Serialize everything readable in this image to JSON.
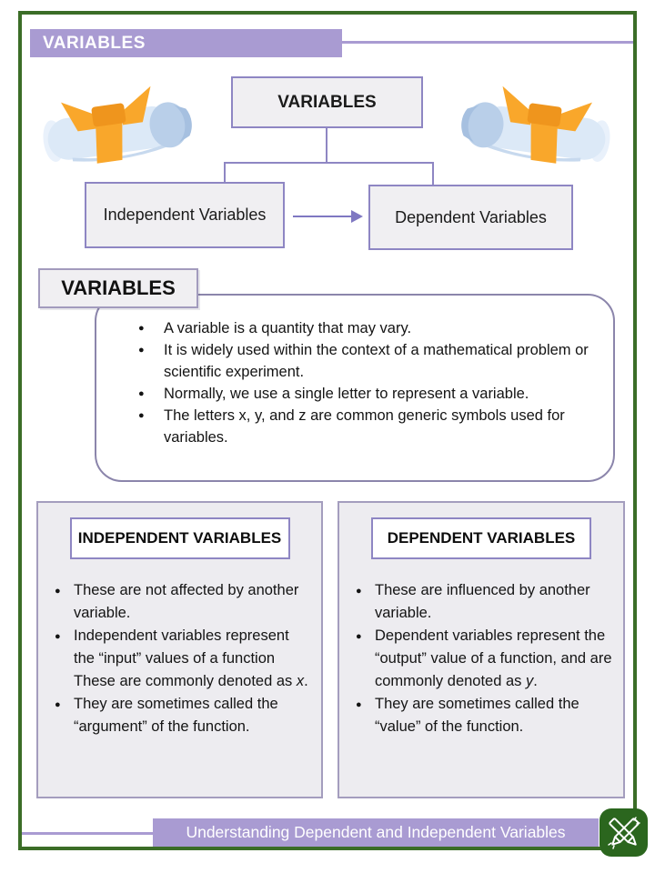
{
  "header": {
    "title": "VARIABLES"
  },
  "flowchart": {
    "root": "VARIABLES",
    "left": "Independent Variables",
    "right": "Dependent Variables"
  },
  "section": {
    "title": "VARIABLES",
    "bullets": [
      [
        {
          "t": "A variable is a quantity that may vary."
        }
      ],
      [
        {
          "t": "It is widely used within the context of a mathematical problem or scientific experiment."
        }
      ],
      [
        {
          "t": "Normally, we use a single letter to represent a variable."
        }
      ],
      [
        {
          "t": "The letters x, y, and z are common generic symbols used for variables."
        }
      ]
    ]
  },
  "columns": [
    {
      "title": "INDEPENDENT VARIABLES",
      "bullets": [
        [
          {
            "t": "These are not affected by another variable."
          }
        ],
        [
          {
            "t": "Independent variables represent the “input” values of a function These are commonly denoted as "
          },
          {
            "t": "x",
            "i": true
          },
          {
            "t": "."
          }
        ],
        [
          {
            "t": "They are sometimes called the “argument” of the function."
          }
        ]
      ]
    },
    {
      "title": "DEPENDENT VARIABLES",
      "bullets": [
        [
          {
            "t": "These are influenced by another variable."
          }
        ],
        [
          {
            "t": "Dependent variables represent the “output” value of a function, and are commonly denoted as "
          },
          {
            "t": "y",
            "i": true
          },
          {
            "t": "."
          }
        ],
        [
          {
            "t": "They are sometimes called the “value” of the function."
          }
        ]
      ]
    }
  ],
  "footer": {
    "title": "Understanding Dependent and Independent Variables"
  },
  "icons": {
    "left_decoration": "scroll-diploma-icon",
    "right_decoration": "scroll-diploma-icon",
    "logo": "crossed-pencils-icon"
  },
  "colors": {
    "accent_purple": "#a99bd2",
    "box_border_purple": "#8e86c3",
    "frame_green": "#3b6d27",
    "logo_green": "#2b661e",
    "panel_gray": "#edecf0",
    "box_gray": "#f0eff2",
    "ribbon_orange": "#f9a72b",
    "scroll_blue": "#dce9f7"
  }
}
